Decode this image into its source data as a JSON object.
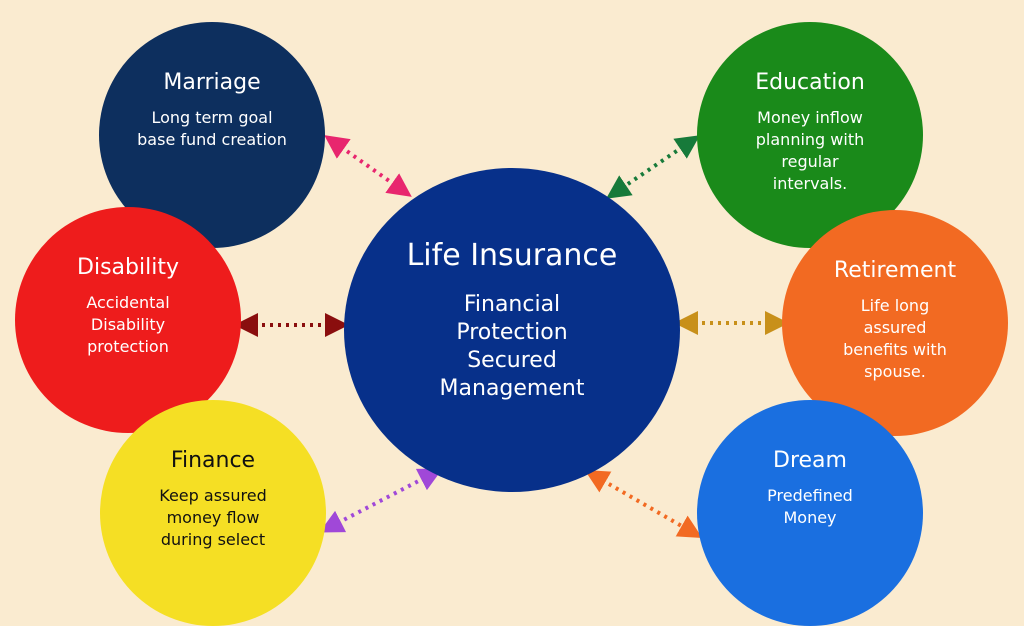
{
  "center": {
    "title": "Life Insurance",
    "lines": [
      "Financial",
      "Protection",
      "Secured",
      "Management"
    ],
    "color": "#07308a"
  },
  "nodes": [
    {
      "title": "Marriage",
      "desc": "Long term goal base fund creation",
      "color": "#0d2f5e"
    },
    {
      "title": "Disability",
      "desc": "Accidental Disability protection",
      "color": "#ee1c1c"
    },
    {
      "title": "Finance",
      "desc": "Keep assured money flow during select",
      "color": "#f5df24"
    },
    {
      "title": "Education",
      "desc": "Money inflow planning with regular intervals.",
      "color": "#1a8a1a"
    },
    {
      "title": "Retirement",
      "desc": "Life long assured benefits with spouse.",
      "color": "#f26a22"
    },
    {
      "title": "Dream",
      "desc": "Predefined Money",
      "color": "#1a6fe0"
    }
  ]
}
